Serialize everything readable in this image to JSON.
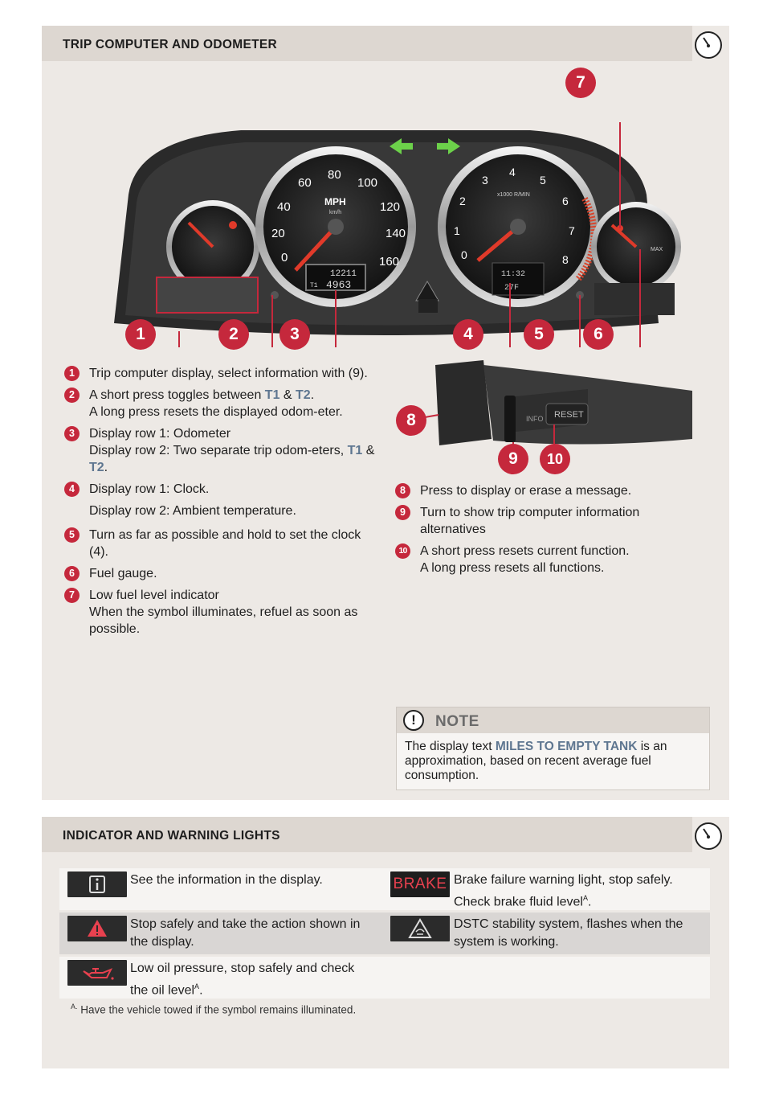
{
  "section1": {
    "title": "TRIP COMPUTER AND ODOMETER",
    "cluster": {
      "odometer_row1": "12211",
      "odometer_row2": "4963",
      "odometer_trip_label": "T1",
      "unit_label": "MPH",
      "unit_sub": "km/h",
      "rpm_label": "x1000 R/MIN",
      "clock_display": "11:32",
      "temp_display": "27F",
      "speed_ticks": [
        "0",
        "20",
        "40",
        "60",
        "80",
        "100",
        "120",
        "140",
        "160"
      ],
      "rpm_ticks": [
        "0",
        "1",
        "2",
        "3",
        "4",
        "5",
        "6",
        "7",
        "8"
      ],
      "max_label": "MAX"
    },
    "callouts": [
      "1",
      "2",
      "3",
      "4",
      "5",
      "6",
      "7",
      "8",
      "9",
      "10"
    ],
    "stalk": {
      "info_label": "INFO",
      "reset_label": "RESET"
    },
    "items_left": [
      {
        "num": "1",
        "text_a": "Trip computer display",
        "text_b": ", select information with (9)."
      },
      {
        "num": "2",
        "text_a": "A short press toggles between ",
        "t1": "T1",
        "amp": " & ",
        "t2": "T2",
        "text_b": ".",
        "line2": "A long press resets the displayed odom-eter."
      },
      {
        "num": "3",
        "line1": "Display row 1: Odometer",
        "line2a": "Display row 2: Two separate trip odom-eters, ",
        "t1": "T1",
        "amp": " & ",
        "t2": "T2",
        "end": "."
      },
      {
        "num": "4",
        "line1": "Display row 1: Clock.",
        "line2": "Display row 2: Ambient temperature."
      },
      {
        "num": "5",
        "line1": "Turn as far as possible and hold to set the clock (4)."
      },
      {
        "num": "6",
        "line1": "Fuel gauge."
      },
      {
        "num": "7",
        "line1": "Low fuel level indicator",
        "line2": "When the symbol illuminates, refuel as soon as possible."
      }
    ],
    "items_right": [
      {
        "num": "8",
        "line1": "Press to display or erase a message."
      },
      {
        "num": "9",
        "line1": "Turn to show trip computer information alternatives"
      },
      {
        "num": "10",
        "line1": "A short press resets current function.",
        "line2": "A long press resets all functions."
      }
    ],
    "note": {
      "title": "NOTE",
      "text_a": "The display text ",
      "highlight": "MILES TO EMPTY TANK",
      "text_b": " is an approximation, based on recent average fuel consumption."
    }
  },
  "section2": {
    "title": "INDICATOR AND WARNING LIGHTS",
    "rows": [
      {
        "left_icon": "info-icon",
        "left_text": "See the information in the display.",
        "right_icon": "brake-text-icon",
        "right_icon_text": "BRAKE",
        "right_text": "Brake failure warning light, stop safely. Check brake fluid level",
        "right_sup": "A",
        "right_end": "."
      },
      {
        "left_icon": "warning-triangle-icon",
        "left_text": "Stop safely and take the action shown in the display.",
        "right_icon": "dstc-icon",
        "right_text": "DSTC stability system, flashes when the system is working."
      },
      {
        "left_icon": "oil-can-icon",
        "left_text": "Low oil pressure, stop safely and check the oil level",
        "left_sup": "A",
        "left_end": "."
      }
    ],
    "footnote_mark": "A.",
    "footnote": "Have the vehicle towed if the symbol remains illuminated."
  },
  "colors": {
    "accent_red": "#c5283c",
    "panel_bg": "#ede9e5",
    "header_bg": "#ddd7d1",
    "highlight_blue": "#5e7690"
  }
}
